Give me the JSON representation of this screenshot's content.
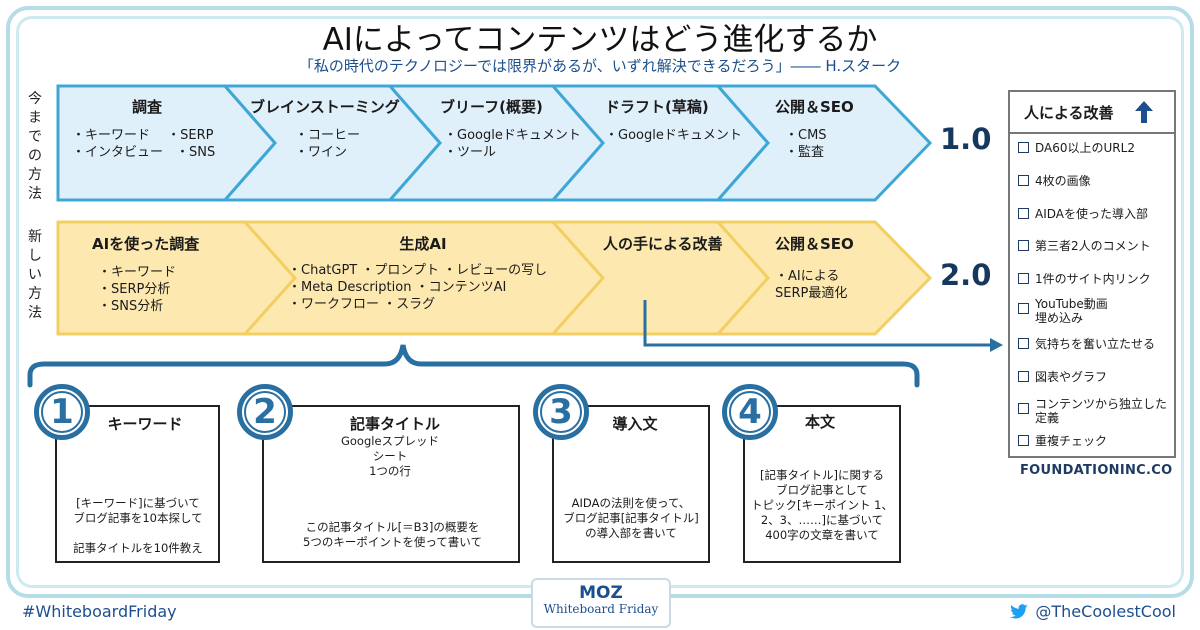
{
  "title": "AIによってコンテンツはどう進化するか",
  "quote": "「私の時代のテクノロジーでは限界があるが、いずれ解決できるだろう」―― H.スターク",
  "row1": {
    "label": "今までの方法",
    "version": "1.0",
    "stages": [
      {
        "title": "調査",
        "items": "・キーワード　 ・SERP\n・インタビュー　・SNS"
      },
      {
        "title": "ブレインストーミング",
        "items": "・コーヒー\n・ワイン"
      },
      {
        "title": "ブリーフ(概要)",
        "items": "・Googleドキュメント\n・ツール"
      },
      {
        "title": "ドラフト(草稿)",
        "items": "・Googleドキュメント"
      },
      {
        "title": "公開＆SEO",
        "items": "・CMS\n・監査"
      }
    ]
  },
  "row2": {
    "label": "新しい方法",
    "version": "2.0",
    "stages": [
      {
        "title": "AIを使った調査",
        "items": "・キーワード\n・SERP分析\n・SNS分析"
      },
      {
        "title": "生成AI",
        "items": "・ChatGPT ・プロンプト ・レビューの写し\n・Meta Description ・コンテンツAI\n・ワークフロー ・スラグ"
      },
      {
        "title": "人の手による改善",
        "items": ""
      },
      {
        "title": "公開＆SEO",
        "items": "・AIによる\n SERP最適化"
      }
    ]
  },
  "steps": [
    {
      "num": "1",
      "title": "キーワード",
      "text": "[キーワード]に基づいて\nブログ記事を10本探して\n\n記事タイトルを10件教え"
    },
    {
      "num": "2",
      "title": "記事タイトル",
      "sheet": "Googleスプレッド\nシート\n1つの行",
      "text": "この記事タイトル[＝B3]の概要を\n5つのキーポイントを使って書いて"
    },
    {
      "num": "3",
      "title": "導入文",
      "text": "AIDAの法則を使って、\nブログ記事[記事タイトル]\nの導入部を書いて"
    },
    {
      "num": "4",
      "title": "本文",
      "text": "[記事タイトル]に関する\nブログ記事として\nトピック[キーポイント 1、\n2、3、……]に基づいて\n400字の文章を書いて"
    }
  ],
  "checklist": {
    "title": "人による改善",
    "items": [
      "DA60以上のURL2",
      "4枚の画像",
      "AIDAを使った導入部",
      "第三者2人のコメント",
      "1件のサイト内リンク",
      "YouTube動画\n埋め込み",
      "気持ちを奮い立たせる",
      "図表やグラフ",
      "コンテンツから独立した\n定義",
      "重複チェック"
    ]
  },
  "brand": "FOUNDATIONINC.CO",
  "footer": {
    "hashtag": "#WhiteboardFriday",
    "handle": "@TheCoolestCool",
    "badge_logo": "MOZ",
    "badge_text": "Whiteboard Friday"
  },
  "colors": {
    "blue_fill": "#dff0fa",
    "blue_stroke": "#3fa7d6",
    "yellow_fill": "#fde9b0",
    "yellow_stroke": "#f3cf63",
    "accent": "#1c4f8e",
    "circle": "#2a6fa2"
  },
  "icons": [
    "arrow-up-icon",
    "twitter-bird-icon",
    "brace-icon"
  ]
}
